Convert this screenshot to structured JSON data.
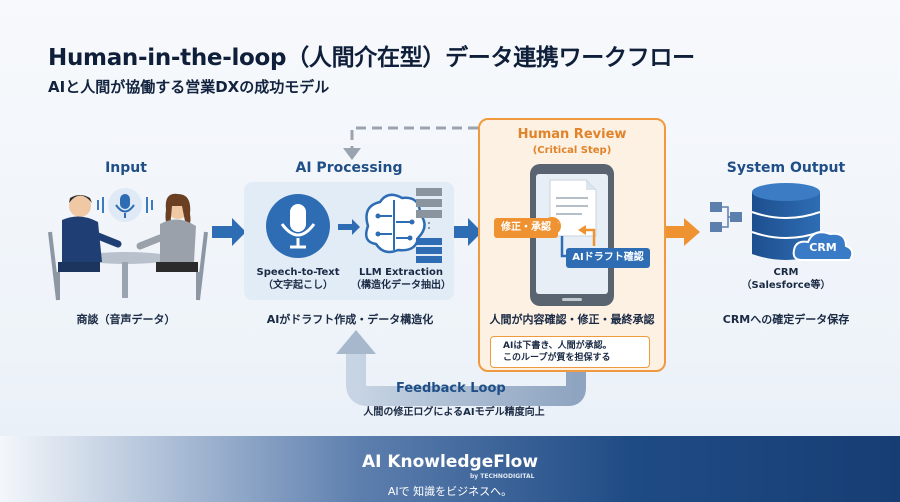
{
  "header": {
    "title": "Human-in-the-loop（人間介在型）データ連携ワークフロー",
    "subtitle": "AIと人間が協働する営業DXの成功モデル"
  },
  "input": {
    "label": "Input",
    "caption": "商談（音声データ）"
  },
  "processing": {
    "label": "AI Processing",
    "stt_line1": "Speech-to-Text",
    "stt_line2": "（文字起こし）",
    "llm_line1": "LLM Extraction",
    "llm_line2": "（構造化データ抽出）",
    "caption": "AIがドラフト作成・データ構造化"
  },
  "review": {
    "title": "Human Review",
    "step": "(Critical Step)",
    "edit_tag": "修正・承認",
    "draft_tag": "AIドラフト確認",
    "caption": "人間が内容確認・修正・最終承認",
    "note_line1": "AIは下書き、人間が承認。",
    "note_line2": "このループが質を担保する"
  },
  "output": {
    "label": "System Output",
    "crm_badge": "CRM",
    "crm_line1": "CRM",
    "crm_line2": "（Salesforce等）",
    "caption": "CRMへの確定データ保存"
  },
  "feedback": {
    "label": "Feedback Loop",
    "caption": "人間の修正ログによるAIモデル精度向上"
  },
  "footer": {
    "brand": "AI KnowledgeFlow",
    "brand_sub": "by TECHNODIGITAL",
    "tagline": "AIで 知識をビジネスへ。"
  },
  "colors": {
    "primary_blue": "#2e6db4",
    "accent_orange": "#ef9232",
    "dark_navy": "#0f1f3a"
  }
}
